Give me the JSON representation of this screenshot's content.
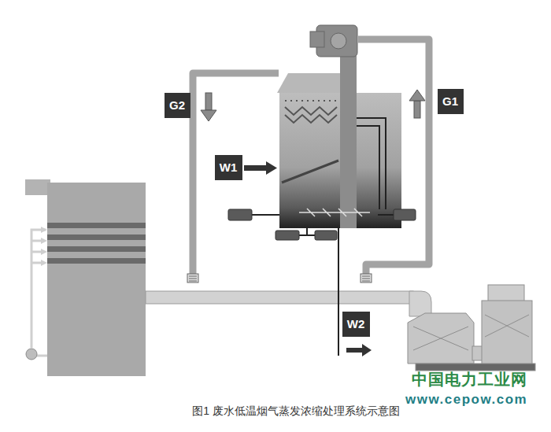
{
  "diagram": {
    "caption": "图1 废水低温烟气蒸发浓缩处理系统示意图",
    "nodes": [
      {
        "text": [
          "G2"
        ]
      },
      {
        "text": [
          "G1"
        ]
      },
      {
        "text": [
          "W1"
        ]
      },
      {
        "text": [
          "W2"
        ]
      }
    ],
    "labels": [
      "中国电力工业网",
      "www.cepow.com"
    ]
  }
}
